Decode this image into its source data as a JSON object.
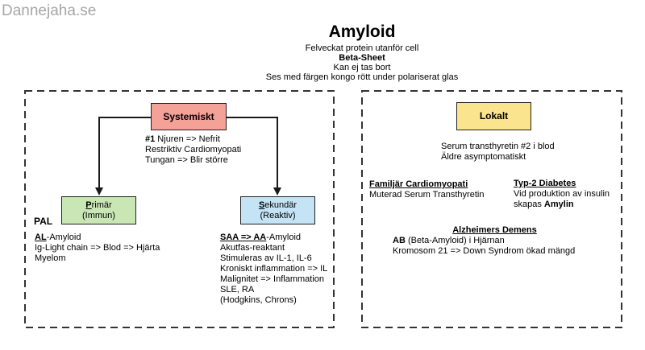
{
  "brand": "Dannejaha.se",
  "header": {
    "title": "Amyloid",
    "line1": "Felveckat protein utanför cell",
    "line2": "Beta-Sheet",
    "line3": "Kan ej tas bort",
    "line4": "Ses med färgen kongo rött under polariserat glas"
  },
  "colors": {
    "systemiskt_fill": "#f4a198",
    "primar_fill": "#c9e7b4",
    "sekundar_fill": "#c4e4f6",
    "lokalt_fill": "#fbe48e",
    "panel_border": "#333333",
    "brand_gray": "#a6a6a6"
  },
  "systemic": {
    "box_label": "Systemiskt",
    "note1_bold": "#1",
    "note1_rest": " Njuren => Nefrit",
    "note2": "Restriktiv Cardiomyopati",
    "note3": "Tungan => Blir större",
    "primar": {
      "initial": "P",
      "rest": "rimär",
      "sub": "(Immun)"
    },
    "sekundar": {
      "initial": "S",
      "rest": "ekundär",
      "sub": "(Reaktiv)"
    },
    "pal_label": "PAL",
    "al": {
      "lead": "AL",
      "lead_rest": "-Amyloid",
      "line2": "Ig-Light chain => Blod => Hjärta",
      "line3": "Myelom"
    },
    "saa": {
      "lead": "SAA => AA",
      "lead_rest": "-Amyloid",
      "line2": "Akutfas-reaktant",
      "line3": "Stimuleras av IL-1, IL-6",
      "line4": "Kroniskt inflammation => IL",
      "line5": "Malignitet => Inflammation",
      "line6": "SLE, RA",
      "line7": "(Hodgkins, Chrons)"
    }
  },
  "local": {
    "box_label": "Lokalt",
    "note1": "Serum transthyretin #2 i blod",
    "note2": "Äldre asymptomatiskt",
    "familjar_heading": "Familjär Cardiomyopati",
    "familjar_line": "Muterad Serum Transthyretin",
    "typ2_heading": "Typ-2 Diabetes",
    "typ2_line1": "Vid produktion av insulin",
    "typ2_line2_prefix": "skapas ",
    "typ2_line2_bold": "Amylin",
    "alz_heading": "Alzheimers Demens",
    "alz_line1_bold": "AB",
    "alz_line1_rest": " (Beta-Amyloid) i Hjärnan",
    "alz_line2": "Kromosom 21 => Down Syndrom ökad mängd"
  }
}
